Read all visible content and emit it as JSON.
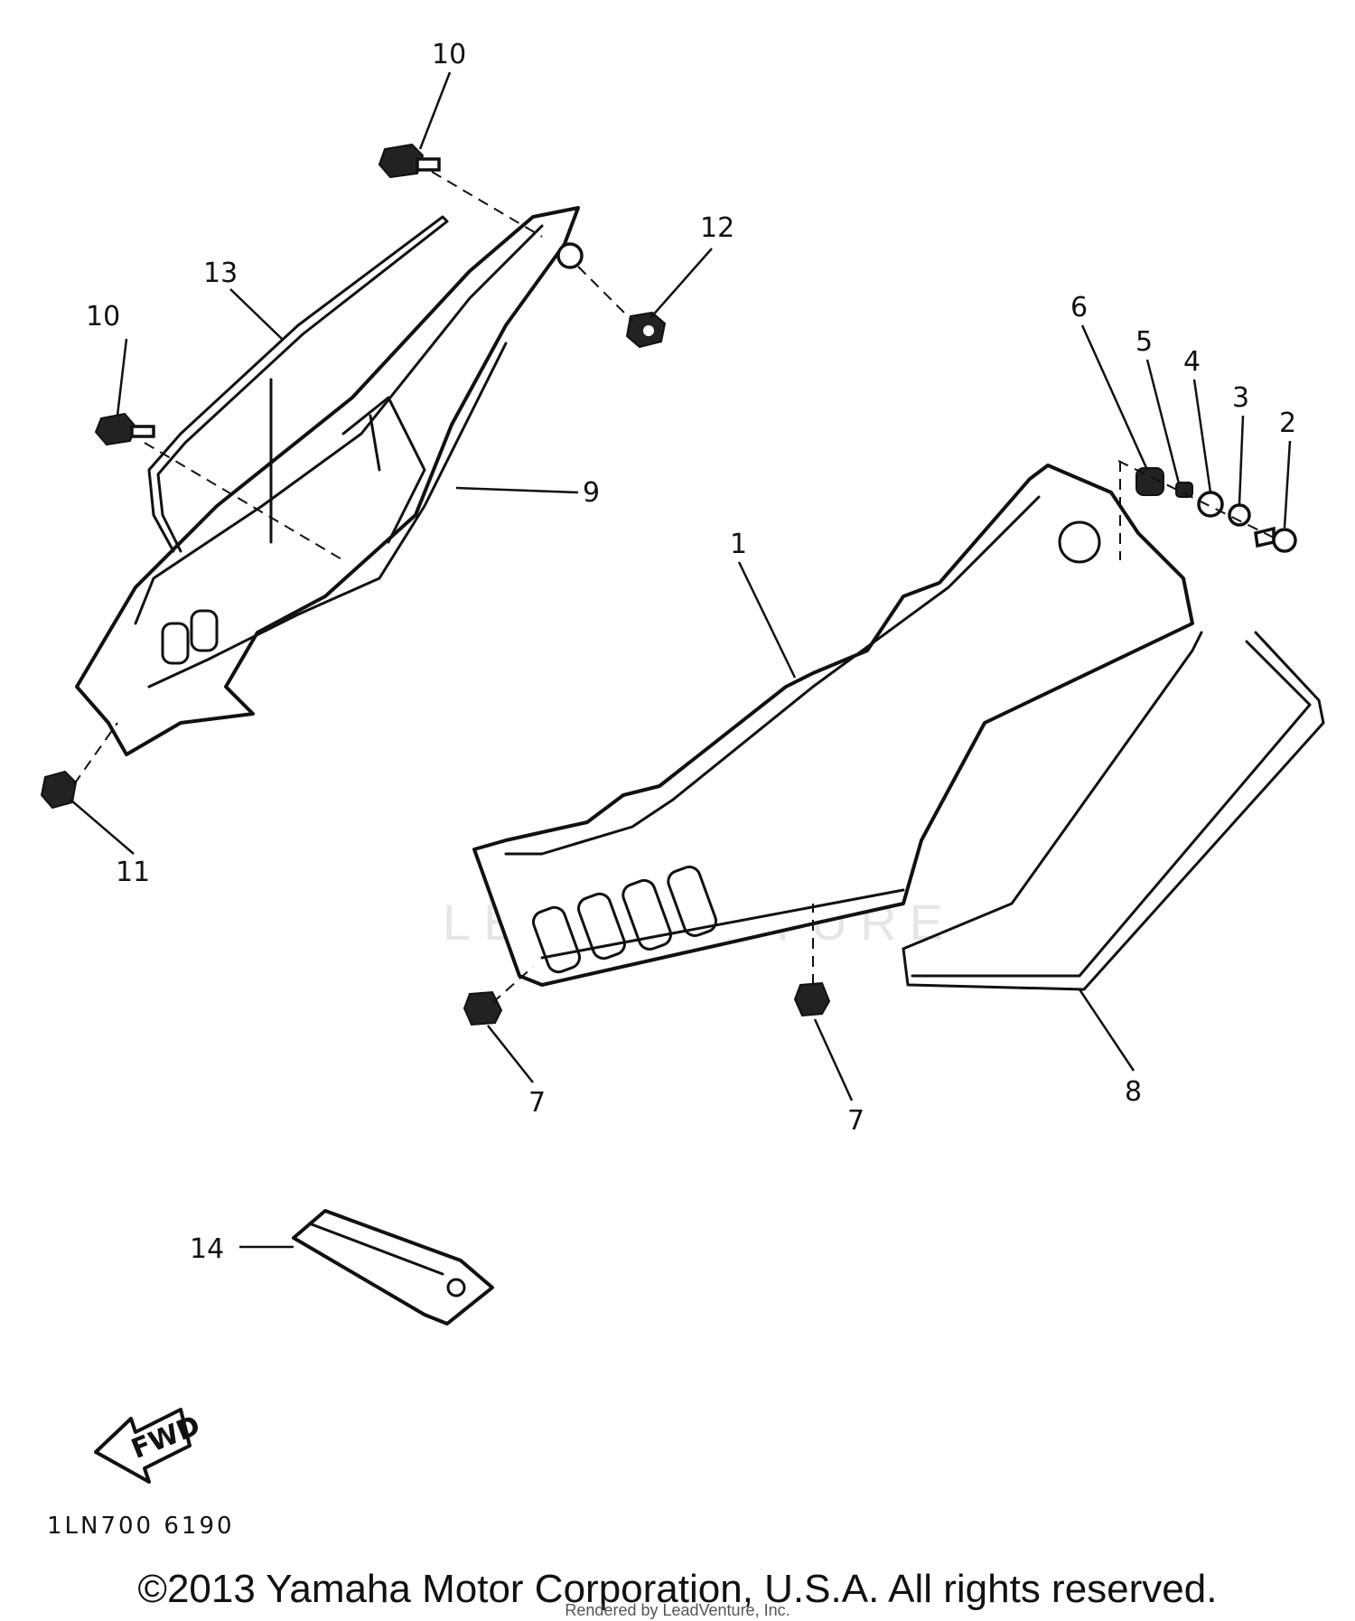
{
  "diagram": {
    "callouts": [
      "10",
      "10",
      "13",
      "12",
      "9",
      "11",
      "1",
      "6",
      "5",
      "4",
      "3",
      "2",
      "8",
      "7",
      "7",
      "14"
    ],
    "fwd_label": "FWD",
    "drawing_code": "1LN700  6190",
    "copyright": "©2013 Yamaha Motor Corporation, U.S.A. All rights reserved.",
    "rendered_by": "Rendered by LeadVenture, Inc.",
    "watermark": "LEADVENTURE"
  }
}
